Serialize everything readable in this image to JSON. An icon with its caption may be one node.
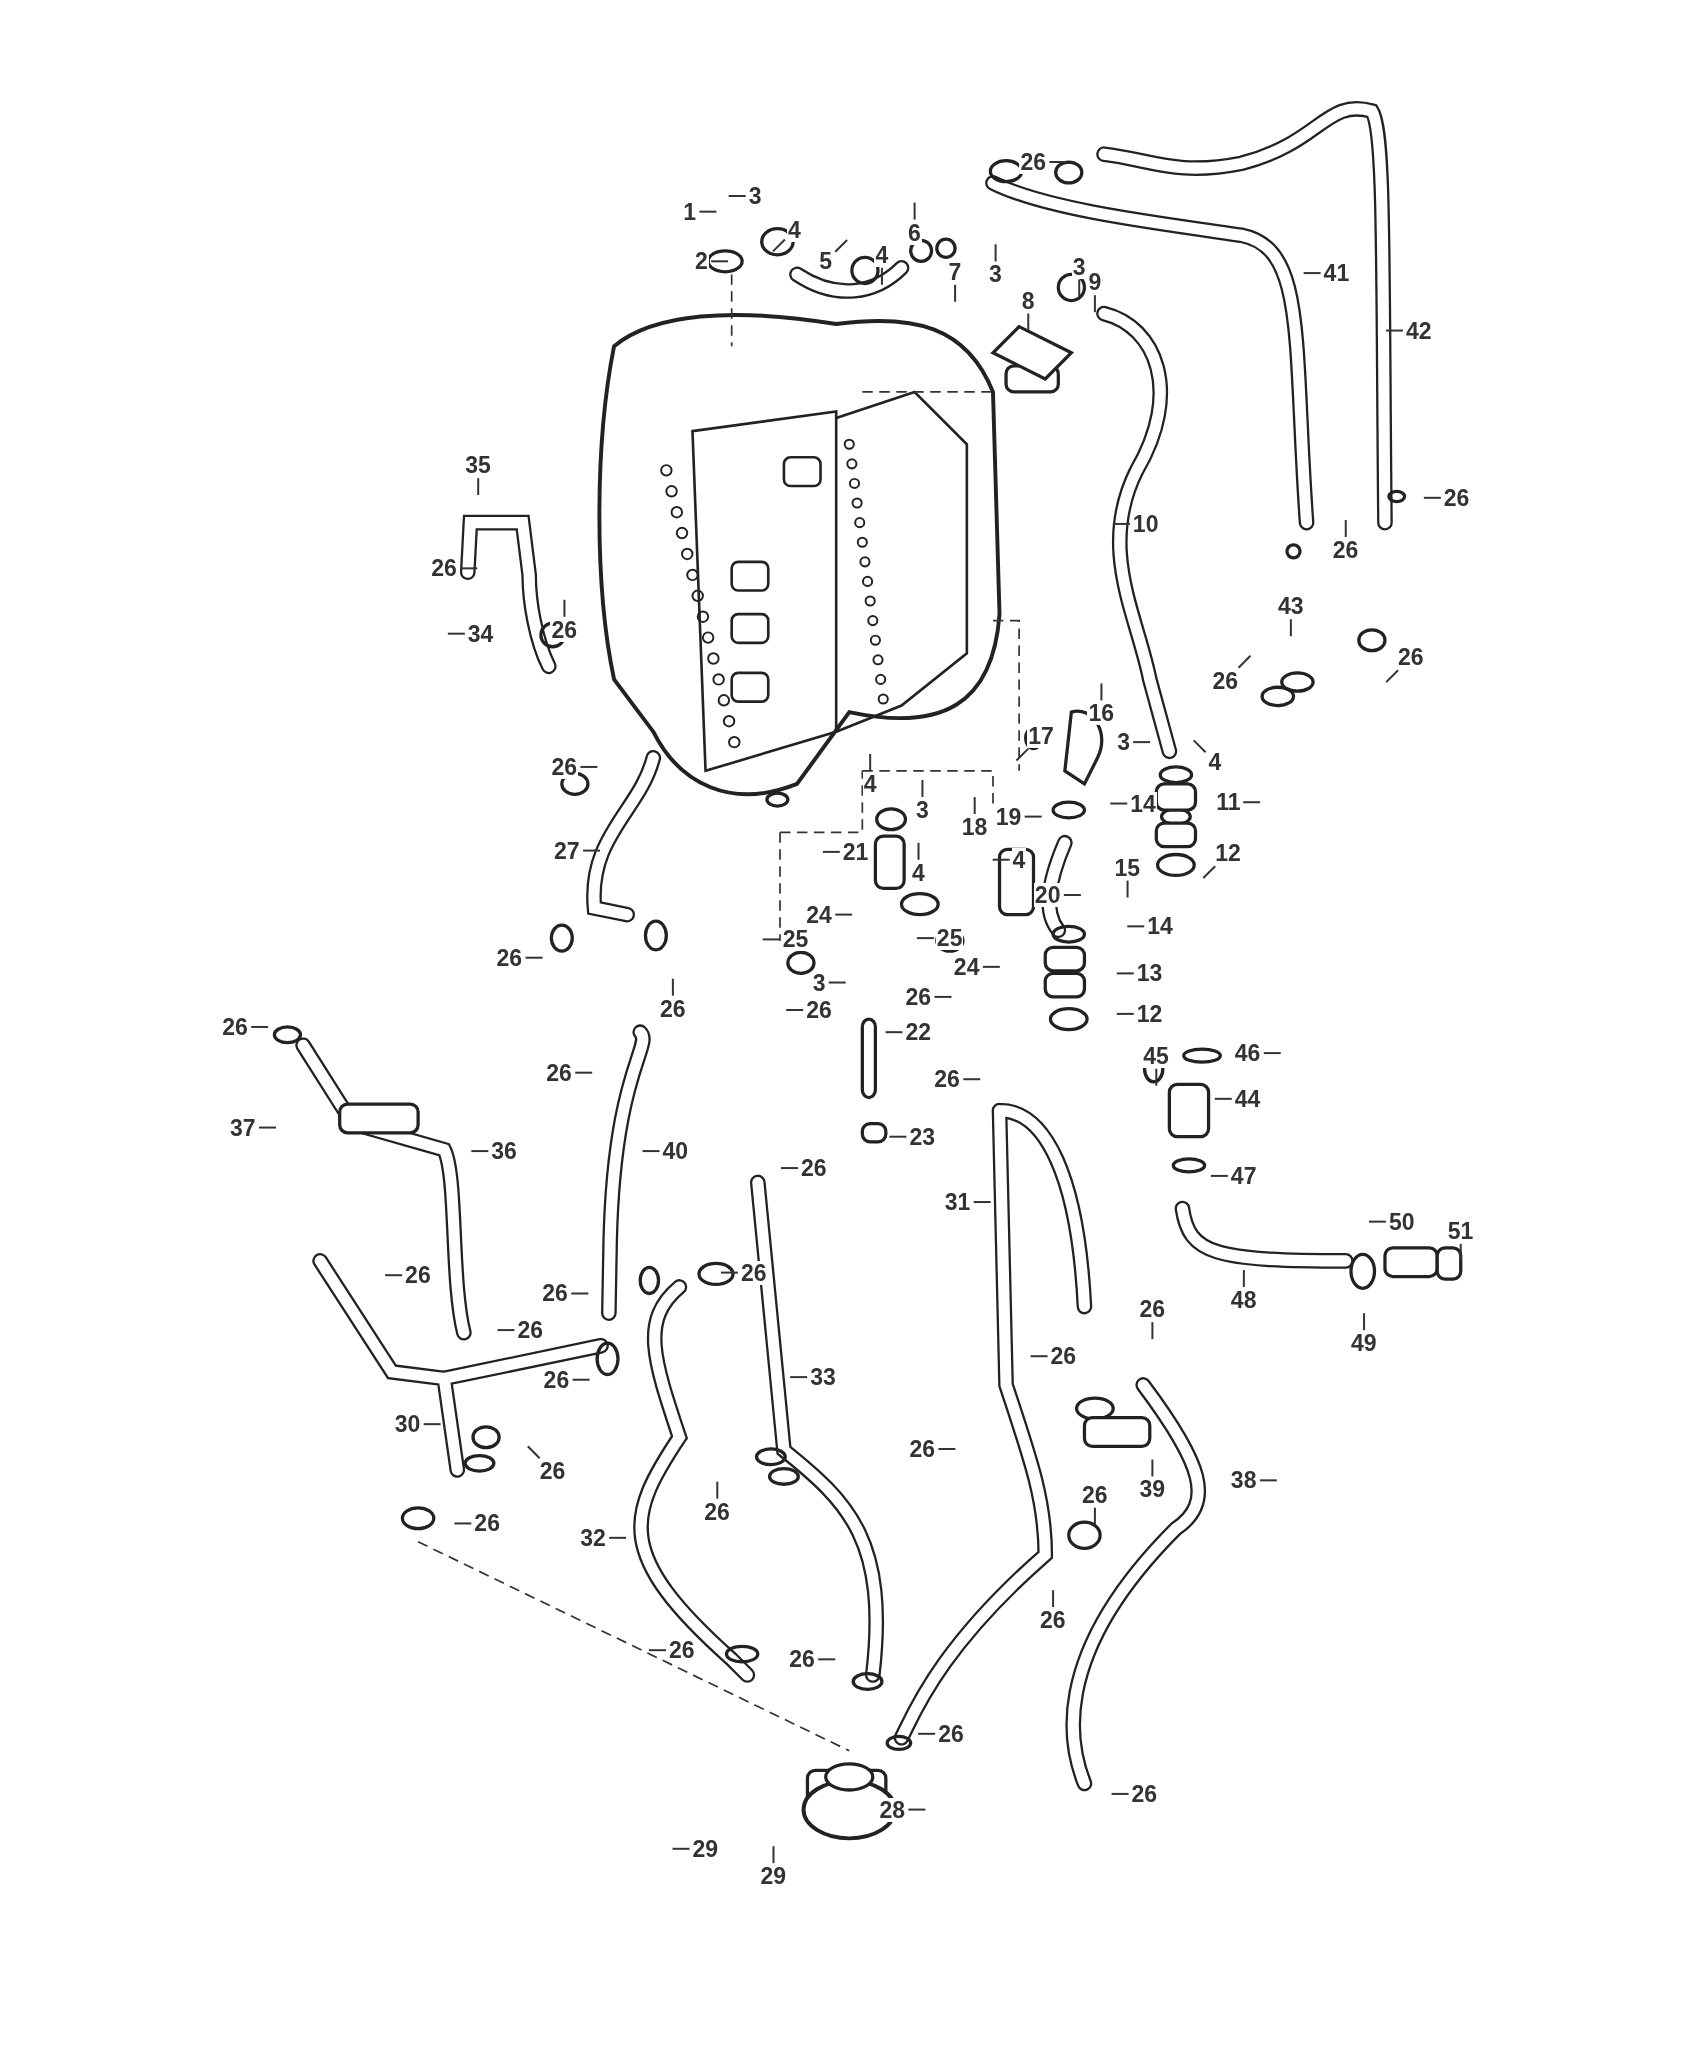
{
  "diagram": {
    "nodes": [
      {
        "text": [
          "26"
        ]
      },
      {
        "text": [
          "1"
        ]
      },
      {
        "text": [
          "3"
        ]
      },
      {
        "text": [
          "4"
        ]
      },
      {
        "text": [
          "2"
        ]
      },
      {
        "text": [
          "5"
        ]
      },
      {
        "text": [
          "4"
        ]
      },
      {
        "text": [
          "6"
        ]
      },
      {
        "text": [
          "7"
        ]
      },
      {
        "text": [
          "3"
        ]
      },
      {
        "text": [
          "3"
        ]
      },
      {
        "text": [
          "9"
        ]
      },
      {
        "text": [
          "8"
        ]
      },
      {
        "text": [
          "41"
        ]
      },
      {
        "text": [
          "42"
        ]
      },
      {
        "text": [
          "35"
        ]
      },
      {
        "text": [
          "26"
        ]
      },
      {
        "text": [
          "10"
        ]
      },
      {
        "text": [
          "26"
        ]
      },
      {
        "text": [
          "26"
        ]
      },
      {
        "text": [
          "34"
        ]
      },
      {
        "text": [
          "26"
        ]
      },
      {
        "text": [
          "43"
        ]
      },
      {
        "text": [
          "26"
        ]
      },
      {
        "text": [
          "26"
        ]
      },
      {
        "text": [
          "16"
        ]
      },
      {
        "text": [
          "17"
        ]
      },
      {
        "text": [
          "3"
        ]
      },
      {
        "text": [
          "26"
        ]
      },
      {
        "text": [
          "4"
        ]
      },
      {
        "text": [
          "4"
        ]
      },
      {
        "text": [
          "3"
        ]
      },
      {
        "text": [
          "19"
        ]
      },
      {
        "text": [
          "18"
        ]
      },
      {
        "text": [
          "14"
        ]
      },
      {
        "text": [
          "11"
        ]
      },
      {
        "text": [
          "27"
        ]
      },
      {
        "text": [
          "21"
        ]
      },
      {
        "text": [
          "4"
        ]
      },
      {
        "text": [
          "12"
        ]
      },
      {
        "text": [
          "15"
        ]
      },
      {
        "text": [
          "4"
        ]
      },
      {
        "text": [
          "20"
        ]
      },
      {
        "text": [
          "24"
        ]
      },
      {
        "text": [
          "25"
        ]
      },
      {
        "text": [
          "25"
        ]
      },
      {
        "text": [
          "14"
        ]
      },
      {
        "text": [
          "26"
        ]
      },
      {
        "text": [
          "24"
        ]
      },
      {
        "text": [
          "13"
        ]
      },
      {
        "text": [
          "3"
        ]
      },
      {
        "text": [
          "26"
        ]
      },
      {
        "text": [
          "26"
        ]
      },
      {
        "text": [
          "26"
        ]
      },
      {
        "text": [
          "12"
        ]
      },
      {
        "text": [
          "26"
        ]
      },
      {
        "text": [
          "22"
        ]
      },
      {
        "text": [
          "45"
        ]
      },
      {
        "text": [
          "46"
        ]
      },
      {
        "text": [
          "26"
        ]
      },
      {
        "text": [
          "26"
        ]
      },
      {
        "text": [
          "44"
        ]
      },
      {
        "text": [
          "37"
        ]
      },
      {
        "text": [
          "23"
        ]
      },
      {
        "text": [
          "36"
        ]
      },
      {
        "text": [
          "40"
        ]
      },
      {
        "text": [
          "26"
        ]
      },
      {
        "text": [
          "47"
        ]
      },
      {
        "text": [
          "31"
        ]
      },
      {
        "text": [
          "50"
        ]
      },
      {
        "text": [
          "51"
        ]
      },
      {
        "text": [
          "26"
        ]
      },
      {
        "text": [
          "26"
        ]
      },
      {
        "text": [
          "26"
        ]
      },
      {
        "text": [
          "48"
        ]
      },
      {
        "text": [
          "26"
        ]
      },
      {
        "text": [
          "26"
        ]
      },
      {
        "text": [
          "49"
        ]
      },
      {
        "text": [
          "26"
        ]
      },
      {
        "text": [
          "33"
        ]
      },
      {
        "text": [
          "26"
        ]
      },
      {
        "text": [
          "30"
        ]
      },
      {
        "text": [
          "26"
        ]
      },
      {
        "text": [
          "26"
        ]
      },
      {
        "text": [
          "38"
        ]
      },
      {
        "text": [
          "39"
        ]
      },
      {
        "text": [
          "26"
        ]
      },
      {
        "text": [
          "26"
        ]
      },
      {
        "text": [
          "26"
        ]
      },
      {
        "text": [
          "32"
        ]
      },
      {
        "text": [
          "26"
        ]
      },
      {
        "text": [
          "26"
        ]
      },
      {
        "text": [
          "26"
        ]
      },
      {
        "text": [
          "26"
        ]
      },
      {
        "text": [
          "28"
        ]
      },
      {
        "text": [
          "26"
        ]
      },
      {
        "text": [
          "29"
        ]
      },
      {
        "text": [
          "29"
        ]
      }
    ],
    "edges": [
      {
        "from": 0,
        "to": null,
        "arrow": "none"
      },
      {
        "from": 1,
        "to": null,
        "arrow": "none"
      },
      {
        "from": 2,
        "to": null,
        "arrow": "none"
      },
      {
        "from": 3,
        "to": null,
        "arrow": "none"
      },
      {
        "from": 4,
        "to": null,
        "arrow": "none"
      },
      {
        "from": 5,
        "to": null,
        "arrow": "none"
      },
      {
        "from": 6,
        "to": null,
        "arrow": "none"
      },
      {
        "from": 7,
        "to": null,
        "arrow": "none"
      },
      {
        "from": 8,
        "to": null,
        "arrow": "none"
      },
      {
        "from": 9,
        "to": null,
        "arrow": "none"
      },
      {
        "from": 10,
        "to": null,
        "arrow": "none"
      },
      {
        "from": 11,
        "to": null,
        "arrow": "none"
      },
      {
        "from": 12,
        "to": null,
        "arrow": "none"
      },
      {
        "from": 13,
        "to": null,
        "arrow": "none"
      },
      {
        "from": 14,
        "to": null,
        "arrow": "none"
      },
      {
        "from": 15,
        "to": null,
        "arrow": "none"
      },
      {
        "from": 16,
        "to": null,
        "arrow": "none"
      },
      {
        "from": 17,
        "to": null,
        "arrow": "none"
      },
      {
        "from": 18,
        "to": null,
        "arrow": "none"
      },
      {
        "from": 19,
        "to": null,
        "arrow": "none"
      },
      {
        "from": 20,
        "to": null,
        "arrow": "none"
      },
      {
        "from": 21,
        "to": null,
        "arrow": "none"
      },
      {
        "from": 22,
        "to": null,
        "arrow": "none"
      },
      {
        "from": 23,
        "to": null,
        "arrow": "none"
      },
      {
        "from": 24,
        "to": null,
        "arrow": "none"
      },
      {
        "from": 25,
        "to": null,
        "arrow": "none"
      },
      {
        "from": 26,
        "to": null,
        "arrow": "none"
      },
      {
        "from": 27,
        "to": null,
        "arrow": "none"
      },
      {
        "from": 28,
        "to": null,
        "arrow": "none"
      },
      {
        "from": 29,
        "to": null,
        "arrow": "none"
      },
      {
        "from": 30,
        "to": null,
        "arrow": "none"
      },
      {
        "from": 31,
        "to": null,
        "arrow": "none"
      },
      {
        "from": 32,
        "to": null,
        "arrow": "none"
      },
      {
        "from": 33,
        "to": null,
        "arrow": "none"
      },
      {
        "from": 34,
        "to": null,
        "arrow": "none"
      },
      {
        "from": 35,
        "to": null,
        "arrow": "none"
      },
      {
        "from": 36,
        "to": null,
        "arrow": "none"
      },
      {
        "from": 37,
        "to": null,
        "arrow": "none"
      },
      {
        "from": 38,
        "to": null,
        "arrow": "none"
      },
      {
        "from": 39,
        "to": null,
        "arrow": "none"
      },
      {
        "from": 40,
        "to": null,
        "arrow": "none"
      },
      {
        "from": 41,
        "to": null,
        "arrow": "none"
      },
      {
        "from": 42,
        "to": null,
        "arrow": "none"
      },
      {
        "from": 43,
        "to": null,
        "arrow": "none"
      },
      {
        "from": 44,
        "to": null,
        "arrow": "none"
      },
      {
        "from": 45,
        "to": null,
        "arrow": "none"
      },
      {
        "from": 46,
        "to": null,
        "arrow": "none"
      },
      {
        "from": 47,
        "to": null,
        "arrow": "none"
      },
      {
        "from": 48,
        "to": null,
        "arrow": "none"
      },
      {
        "from": 49,
        "to": null,
        "arrow": "none"
      },
      {
        "from": 50,
        "to": null,
        "arrow": "none"
      },
      {
        "from": 51,
        "to": null,
        "arrow": "none"
      },
      {
        "from": 52,
        "to": null,
        "arrow": "none"
      },
      {
        "from": 53,
        "to": null,
        "arrow": "none"
      },
      {
        "from": 54,
        "to": null,
        "arrow": "none"
      },
      {
        "from": 55,
        "to": null,
        "arrow": "none"
      },
      {
        "from": 56,
        "to": null,
        "arrow": "none"
      },
      {
        "from": 57,
        "to": null,
        "arrow": "none"
      },
      {
        "from": 58,
        "to": null,
        "arrow": "none"
      },
      {
        "from": 59,
        "to": null,
        "arrow": "none"
      },
      {
        "from": 60,
        "to": null,
        "arrow": "none"
      },
      {
        "from": 61,
        "to": null,
        "arrow": "none"
      },
      {
        "from": 62,
        "to": null,
        "arrow": "none"
      },
      {
        "from": 63,
        "to": null,
        "arrow": "none"
      },
      {
        "from": 64,
        "to": null,
        "arrow": "none"
      },
      {
        "from": 65,
        "to": null,
        "arrow": "none"
      },
      {
        "from": 66,
        "to": null,
        "arrow": "none"
      },
      {
        "from": 67,
        "to": null,
        "arrow": "none"
      },
      {
        "from": 68,
        "to": null,
        "arrow": "none"
      },
      {
        "from": 69,
        "to": null,
        "arrow": "none"
      },
      {
        "from": 70,
        "to": null,
        "arrow": "none"
      },
      {
        "from": 71,
        "to": null,
        "arrow": "none"
      },
      {
        "from": 72,
        "to": null,
        "arrow": "none"
      },
      {
        "from": 73,
        "to": null,
        "arrow": "none"
      },
      {
        "from": 74,
        "to": null,
        "arrow": "none"
      },
      {
        "from": 75,
        "to": null,
        "arrow": "none"
      },
      {
        "from": 76,
        "to": null,
        "arrow": "none"
      },
      {
        "from": 77,
        "to": null,
        "arrow": "none"
      },
      {
        "from": 78,
        "to": null,
        "arrow": "none"
      },
      {
        "from": 79,
        "to": null,
        "arrow": "none"
      },
      {
        "from": 80,
        "to": null,
        "arrow": "none"
      },
      {
        "from": 81,
        "to": null,
        "arrow": "none"
      },
      {
        "from": 82,
        "to": null,
        "arrow": "none"
      },
      {
        "from": 83,
        "to": null,
        "arrow": "none"
      },
      {
        "from": 84,
        "to": null,
        "arrow": "none"
      },
      {
        "from": 85,
        "to": null,
        "arrow": "none"
      },
      {
        "from": 86,
        "to": null,
        "arrow": "none"
      },
      {
        "from": 87,
        "to": null,
        "arrow": "none"
      },
      {
        "from": 88,
        "to": null,
        "arrow": "none"
      },
      {
        "from": 89,
        "to": null,
        "arrow": "none"
      },
      {
        "from": 90,
        "to": null,
        "arrow": "none"
      },
      {
        "from": 91,
        "to": null,
        "arrow": "none"
      },
      {
        "from": 92,
        "to": null,
        "arrow": "none"
      },
      {
        "from": 93,
        "to": null,
        "arrow": "none"
      },
      {
        "from": 94,
        "to": null,
        "arrow": "none"
      },
      {
        "from": 95,
        "to": null,
        "arrow": "none"
      },
      {
        "from": 96,
        "to": null,
        "arrow": "none"
      },
      {
        "from": 97,
        "to": null,
        "arrow": "none"
      }
    ]
  }
}
